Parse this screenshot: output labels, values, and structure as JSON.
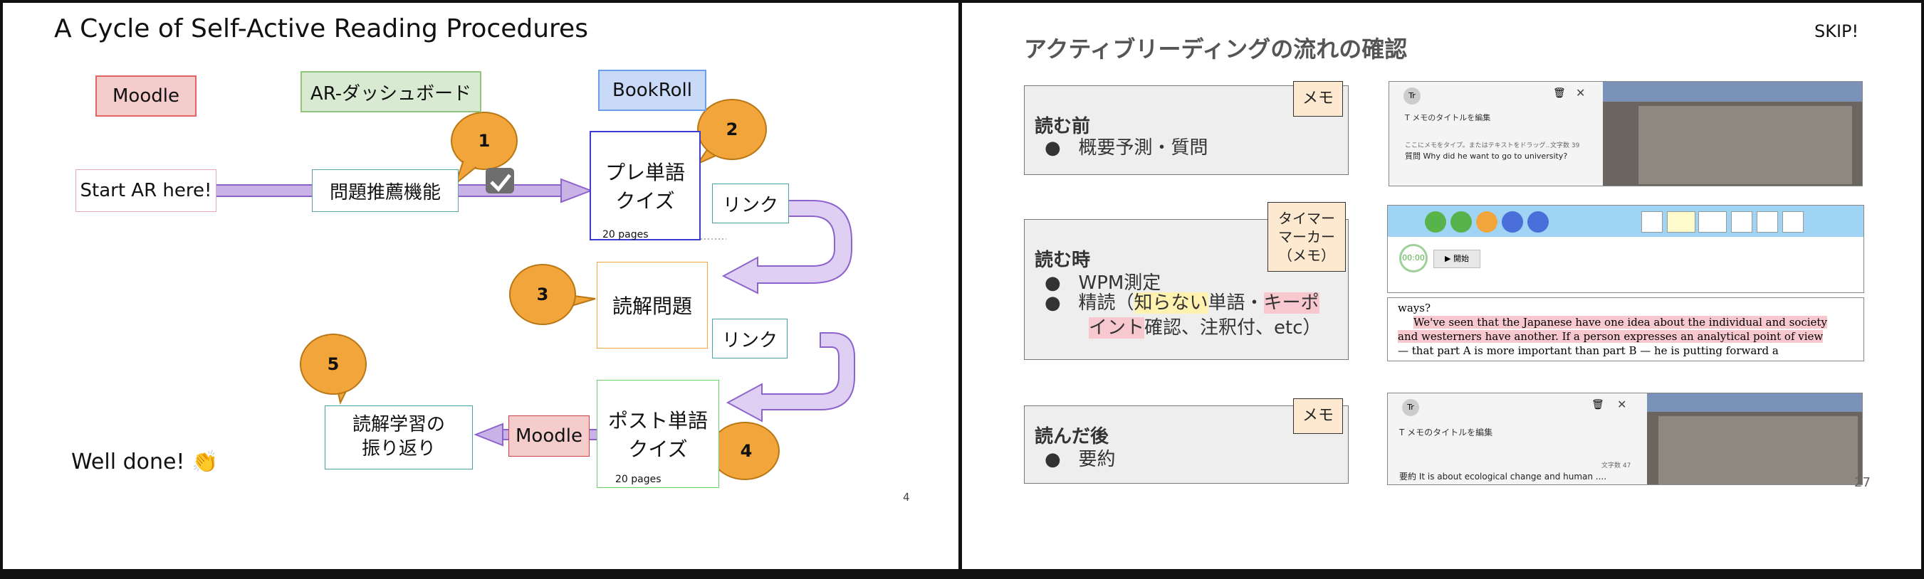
{
  "left_slide": {
    "title": "A Cycle of Self-Active Reading Procedures",
    "platform_labels": {
      "moodle": "Moodle",
      "dashboard": "AR-ダッシュボード",
      "bookroll": "BookRoll"
    },
    "nodes": {
      "start": "Start AR here!",
      "recommend": "問題推薦機能",
      "pre_quiz_line1": "プレ単語",
      "pre_quiz_line2": "クイズ",
      "link": "リンク",
      "reading": "読解問題",
      "post_quiz_line1": "ポスト単語",
      "post_quiz_line2": "クイズ",
      "moodle": "Moodle",
      "reflection_line1": "読解学習の",
      "reflection_line2": "振り返り"
    },
    "pages_label": "20 pages",
    "steps": [
      "1",
      "2",
      "3",
      "4",
      "5"
    ],
    "well_done": "Well done! 👏",
    "page_number": "4",
    "colors": {
      "moodle": "#e06666",
      "dashboard": "#93c47d",
      "bookroll": "#6d9eeb",
      "bubble": "#f2a53a",
      "arrow": "#c9b3e6",
      "arrow_border": "#8e63ce"
    }
  },
  "right_slide": {
    "title": "アクティブリーディングの流れの確認",
    "skip": "SKIP!",
    "page_number": "27",
    "stages": [
      {
        "heading": "読む前",
        "bullets": [
          "概要予測・質問"
        ],
        "memo": "メモ"
      },
      {
        "heading": "読む時",
        "bullet1": "WPM測定",
        "bullet2_a": "精読（",
        "bullet2_b": "知らない",
        "bullet2_c": "単語・",
        "bullet2_d": "キーポ",
        "bullet2_e": "イント",
        "bullet2_f": "確認、注釈付、etc）",
        "memo_l1": "タイマー",
        "memo_l2": "マーカー",
        "memo_l3": "（メモ）"
      },
      {
        "heading": "読んだ後",
        "bullets": [
          "要約"
        ],
        "memo": "メモ"
      }
    ],
    "screenshots": {
      "memo1_title": "メモのタイトルを編集",
      "memo1_text": "ここにメモをタイプ。またはテキストをドラッグ...",
      "memo1_question": "質問  Why did he want to go to university?",
      "memo1_count": "文字数  39",
      "timer": "00:00",
      "start": "▶ 開始",
      "reading_line1": "ways?",
      "reading_line2": "We've seen that the Japanese have one idea about the individual and society",
      "reading_line3": "and westerners have another. If a person expresses an analytical point of view",
      "reading_line4": "— that part A is more important than part B — he is putting forward a",
      "memo3_title": "メモのタイトルを編集",
      "memo3_summary": "要約  It is about ecological change and human ....",
      "memo3_count": "文字数  47"
    }
  }
}
